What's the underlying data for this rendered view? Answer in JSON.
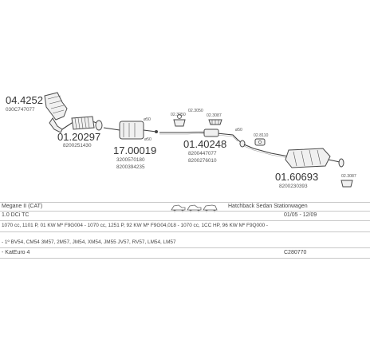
{
  "parts": {
    "catalyst_no": "04.4252",
    "catalyst_oe": "030C747077",
    "front_pipe_no": "01.20297",
    "front_pipe_oe": "8200251430",
    "middle_silencer_no": "17.00019",
    "middle_silencer_oe1": "3200570180",
    "middle_silencer_oe2": "8200394235",
    "mid_pipe_no": "01.40248",
    "mid_pipe_oe1": "8200447077",
    "mid_pipe_oe2": "8200276010",
    "rear_silencer_no": "01.60693",
    "rear_silencer_oe": "8200230393"
  },
  "callouts": {
    "a": "02.3050",
    "b": "02.3087",
    "c": "ø50",
    "d": "ø50",
    "e": "ø50",
    "f": "02.8110",
    "g": "02.3087",
    "h": "02.3050"
  },
  "vehicle": {
    "model": "Megane II (CAT)",
    "body_type": "Hatchback Sedan Stationwagen",
    "engine": "1.0 DCi TC",
    "years": "01/05 - 12/09",
    "specs": "1070 cc, 1101 P, 01 KW Mº F9G004 - 1070 cc, 1251 P, 92 KW Mº F9G04,018 - 1070 cc, 1CC HP, 96 KW Mº F9Q000 -",
    "codes": "- 1º BV54, CM54 3M57, 2M57, JM54, XM54, JM55 JV57, RV57, LM54, LM57",
    "emission": "- KatEuro 4",
    "ref": "C280770"
  }
}
